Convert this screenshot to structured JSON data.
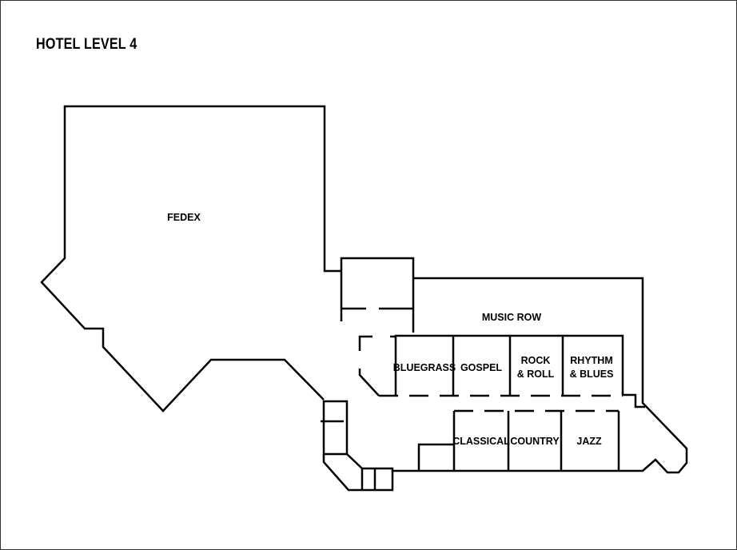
{
  "title": "HOTEL LEVEL 4",
  "rooms": {
    "fedex": "FEDEX",
    "music_row": "MUSIC ROW",
    "bluegrass": "BLUEGRASS",
    "gospel": "GOSPEL",
    "rock_roll_1": "ROCK",
    "rock_roll_2": "& ROLL",
    "rhythm_blues_1": "RHYTHM",
    "rhythm_blues_2": "& BLUES",
    "classical": "CLASSICAL",
    "country": "COUNTRY",
    "jazz": "JAZZ"
  }
}
